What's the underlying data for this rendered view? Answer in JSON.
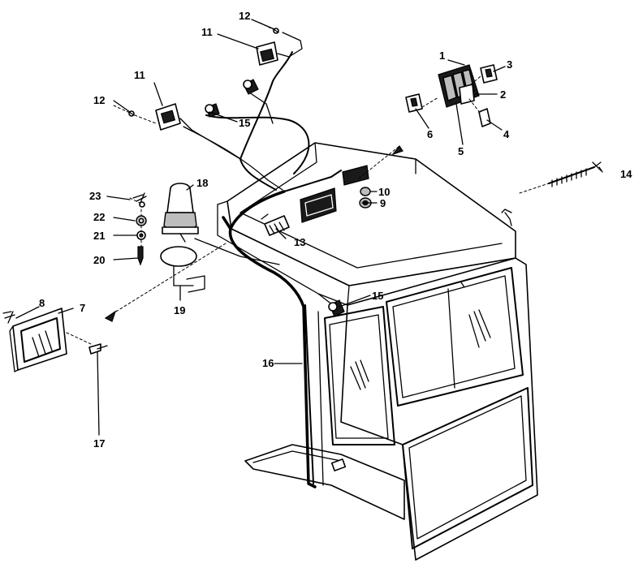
{
  "diagram": {
    "callouts": [
      "1",
      "2",
      "3",
      "4",
      "5",
      "6",
      "7",
      "8",
      "9",
      "10",
      "11",
      "11",
      "12",
      "12",
      "13",
      "14",
      "15",
      "15",
      "16",
      "17",
      "18",
      "19",
      "20",
      "21",
      "22",
      "23"
    ],
    "colors": {
      "line": "#000000",
      "background": "#ffffff"
    }
  }
}
